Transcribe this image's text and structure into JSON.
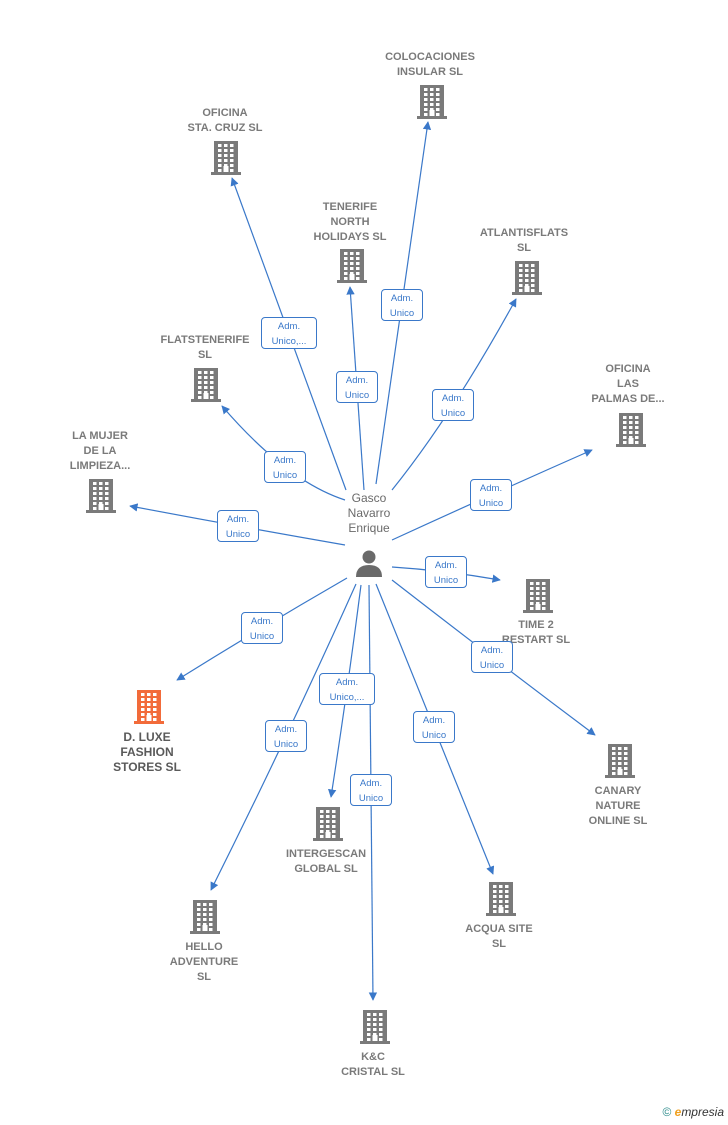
{
  "center": {
    "name_lines": [
      "Gasco",
      "Navarro",
      "Enrique"
    ]
  },
  "colors": {
    "edge": "#3a78c9",
    "building": "#7a7a7a",
    "building_highlight": "#f26b3a",
    "person": "#6a6a6a"
  },
  "nodes": [
    {
      "id": "colocaciones",
      "lines": [
        "COLOCACIONES",
        "INSULAR  SL"
      ],
      "icon": "building-icon",
      "highlight": false,
      "role_lines": [
        "Adm.",
        "Unico"
      ]
    },
    {
      "id": "oficina-sta-cruz",
      "lines": [
        "OFICINA",
        "STA.  CRUZ  SL"
      ],
      "icon": "building-icon",
      "highlight": false,
      "role_lines": [
        "Adm.",
        "Unico,..."
      ]
    },
    {
      "id": "tenerife-north",
      "lines": [
        "TENERIFE",
        "NORTH",
        "HOLIDAYS  SL"
      ],
      "icon": "building-icon",
      "highlight": false,
      "role_lines": [
        "Adm.",
        "Unico"
      ]
    },
    {
      "id": "atlantisflats",
      "lines": [
        "ATLANTISFLATS",
        "SL"
      ],
      "icon": "building-icon",
      "highlight": false,
      "role_lines": [
        "Adm.",
        "Unico"
      ]
    },
    {
      "id": "flatstenerife",
      "lines": [
        "FLATSTENERIFE",
        "SL"
      ],
      "icon": "building-icon",
      "highlight": false,
      "role_lines": [
        "Adm.",
        "Unico"
      ]
    },
    {
      "id": "oficina-las-palmas",
      "lines": [
        "OFICINA",
        "LAS",
        "PALMAS DE..."
      ],
      "icon": "building-icon",
      "highlight": false,
      "role_lines": [
        "Adm.",
        "Unico"
      ]
    },
    {
      "id": "la-mujer",
      "lines": [
        "LA MUJER",
        "DE LA",
        "LIMPIEZA..."
      ],
      "icon": "building-icon",
      "highlight": false,
      "role_lines": [
        "Adm.",
        "Unico"
      ]
    },
    {
      "id": "time2restart",
      "lines": [
        "TIME 2",
        "RESTART  SL"
      ],
      "icon": "building-icon",
      "highlight": false,
      "role_lines": [
        "Adm.",
        "Unico"
      ]
    },
    {
      "id": "dluxe",
      "lines": [
        "D.  LUXE",
        "FASHION",
        "STORES  SL"
      ],
      "icon": "building-icon",
      "highlight": true,
      "role_lines": [
        "Adm.",
        "Unico"
      ]
    },
    {
      "id": "canary-nature",
      "lines": [
        "CANARY",
        "NATURE",
        "ONLINE  SL"
      ],
      "icon": "building-icon",
      "highlight": false,
      "role_lines": [
        "Adm.",
        "Unico"
      ]
    },
    {
      "id": "intergescan",
      "lines": [
        "INTERGESCAN",
        "GLOBAL SL"
      ],
      "icon": "building-icon",
      "highlight": false,
      "role_lines": [
        "Adm.",
        "Unico,..."
      ]
    },
    {
      "id": "hello-adventure",
      "lines": [
        "HELLO",
        "ADVENTURE",
        "SL"
      ],
      "icon": "building-icon",
      "highlight": false,
      "role_lines": [
        "Adm.",
        "Unico"
      ]
    },
    {
      "id": "acqua-site",
      "lines": [
        "ACQUA SITE",
        "SL"
      ],
      "icon": "building-icon",
      "highlight": false,
      "role_lines": [
        "Adm.",
        "Unico"
      ]
    },
    {
      "id": "kc-cristal",
      "lines": [
        "K&C",
        "CRISTAL  SL"
      ],
      "icon": "building-icon",
      "highlight": false,
      "role_lines": [
        "Adm.",
        "Unico"
      ]
    }
  ],
  "footer": {
    "copyright": "©",
    "brand_initial": "e",
    "brand_rest": "mpresia"
  }
}
